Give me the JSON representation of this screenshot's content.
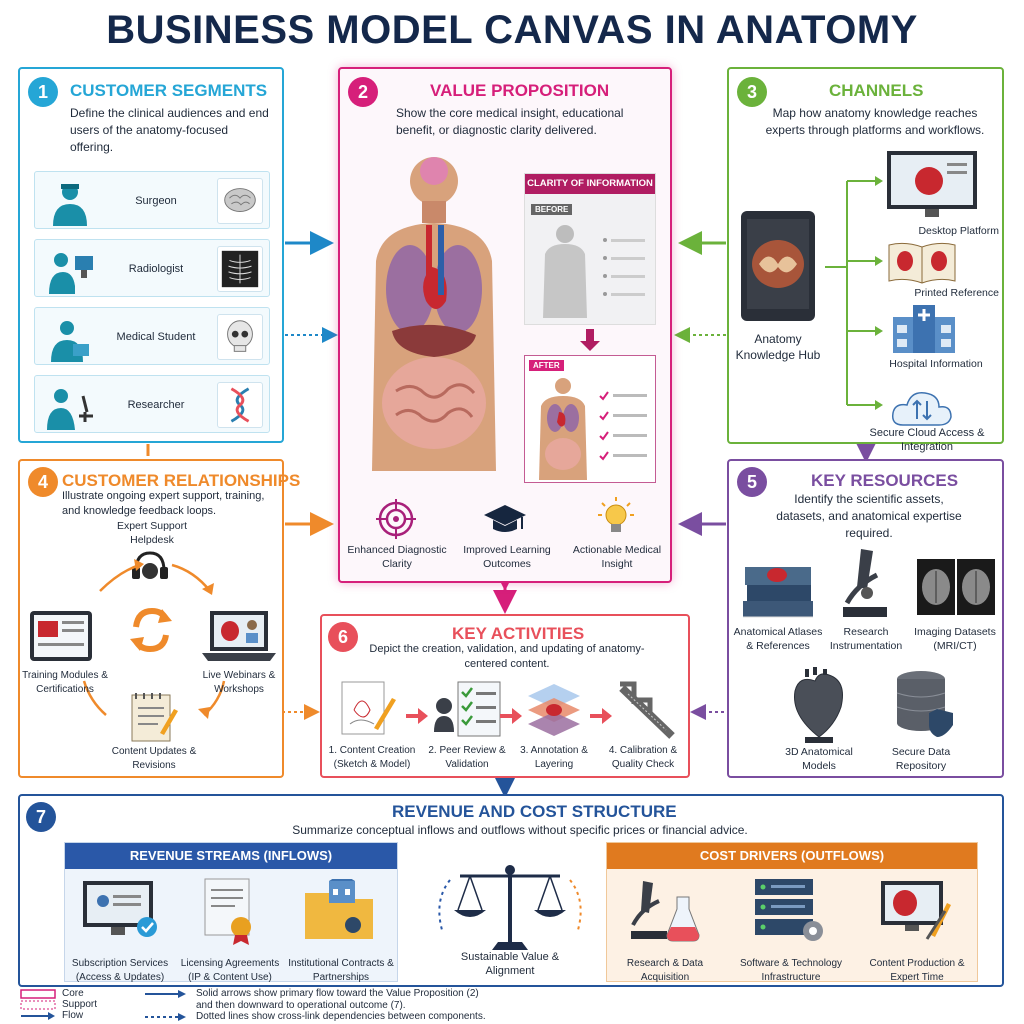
{
  "title": "BUSINESS MODEL CANVAS IN ANATOMY",
  "colors": {
    "segments": "#25a6d6",
    "value": "#d61f7a",
    "channels": "#6bb23b",
    "relationships": "#ef8a2b",
    "resources": "#7a4ea0",
    "activities": "#e8505b",
    "revenue": "#24549a"
  },
  "segments": {
    "number": "1",
    "title": "CUSTOMER SEGMENTS",
    "desc": "Define the clinical audiences and end users of the anatomy-focused offering.",
    "items": [
      {
        "label": "Surgeon",
        "icon": "brain-icon"
      },
      {
        "label": "Radiologist",
        "icon": "xray-icon"
      },
      {
        "label": "Medical Student",
        "icon": "skull-icon"
      },
      {
        "label": "Researcher",
        "icon": "dna-icon"
      }
    ]
  },
  "value": {
    "number": "2",
    "title": "VALUE PROPOSITION",
    "desc": "Show the core medical insight, educational benefit, or diagnostic clarity delivered.",
    "clarity_title": "CLARITY OF INFORMATION",
    "before": "BEFORE",
    "after": "AFTER",
    "benefits": [
      {
        "label": "Enhanced Diagnostic Clarity",
        "icon": "target-icon"
      },
      {
        "label": "Improved Learning Outcomes",
        "icon": "graduation-cap-icon"
      },
      {
        "label": "Actionable Medical Insight",
        "icon": "lightbulb-icon"
      }
    ]
  },
  "channels": {
    "number": "3",
    "title": "CHANNELS",
    "desc": "Map how anatomy knowledge reaches experts through platforms and workflows.",
    "hub": "Anatomy Knowledge Hub",
    "items": [
      {
        "label": "Desktop Platform",
        "icon": "monitor-icon"
      },
      {
        "label": "Printed Reference",
        "icon": "book-icon"
      },
      {
        "label": "Hospital Information",
        "icon": "hospital-icon"
      },
      {
        "label": "Secure Cloud Access & Integration",
        "icon": "cloud-icon"
      }
    ]
  },
  "relationships": {
    "number": "4",
    "title": "CUSTOMER RELATIONSHIPS",
    "desc": "Illustrate ongoing expert support, training, and knowledge feedback loops.",
    "items": [
      {
        "label": "Expert Support Helpdesk",
        "icon": "headset-icon"
      },
      {
        "label": "Training Modules & Certifications",
        "icon": "tablet-icon"
      },
      {
        "label": "Live Webinars & Workshops",
        "icon": "laptop-icon"
      },
      {
        "label": "Content Updates & Revisions",
        "icon": "notepad-icon"
      }
    ]
  },
  "resources": {
    "number": "5",
    "title": "KEY RESOURCES",
    "desc": "Identify the scientific assets, datasets, and anatomical expertise required.",
    "items": [
      {
        "label": "Anatomical Atlases & References",
        "icon": "books-icon"
      },
      {
        "label": "Research Instrumentation",
        "icon": "microscope-icon"
      },
      {
        "label": "Imaging Datasets (MRI/CT)",
        "icon": "mri-icon"
      },
      {
        "label": "3D Anatomical Models",
        "icon": "heart-model-icon"
      },
      {
        "label": "Secure Data Repository",
        "icon": "database-icon"
      }
    ]
  },
  "activities": {
    "number": "6",
    "title": "KEY ACTIVITIES",
    "desc": "Depict the creation, validation, and updating of anatomy-centered content.",
    "steps": [
      {
        "label": "1. Content Creation (Sketch & Model)",
        "icon": "sketch-icon"
      },
      {
        "label": "2. Peer Review & Validation",
        "icon": "checklist-icon"
      },
      {
        "label": "3. Annotation & Layering",
        "icon": "layers-icon"
      },
      {
        "label": "4. Calibration & Quality Check",
        "icon": "calipers-icon"
      }
    ]
  },
  "revenue": {
    "number": "7",
    "title": "REVENUE AND COST STRUCTURE",
    "desc": "Summarize conceptual inflows and outflows without specific prices or financial advice.",
    "inflows_title": "REVENUE STREAMS (INFLOWS)",
    "outflows_title": "COST DRIVERS (OUTFLOWS)",
    "inflows": [
      {
        "label": "Subscription Services (Access & Updates)",
        "icon": "monitor-check-icon"
      },
      {
        "label": "Licensing Agreements (IP & Content Use)",
        "icon": "certificate-icon"
      },
      {
        "label": "Institutional Contracts & Partnerships",
        "icon": "folder-icon"
      }
    ],
    "balance": "Sustainable Value & Alignment",
    "outflows": [
      {
        "label": "Research & Data Acquisition",
        "icon": "microscope-flask-icon"
      },
      {
        "label": "Software & Technology Infrastructure",
        "icon": "server-icon"
      },
      {
        "label": "Content Production & Expert Time",
        "icon": "production-icon"
      }
    ]
  },
  "legend": {
    "core": "Core",
    "support": "Support",
    "flow": "Flow",
    "solid": "Solid arrows show primary flow toward the Value Proposition (2) and then downward to operational outcome (7).",
    "dotted": "Dotted lines show cross-link dependencies between components."
  }
}
